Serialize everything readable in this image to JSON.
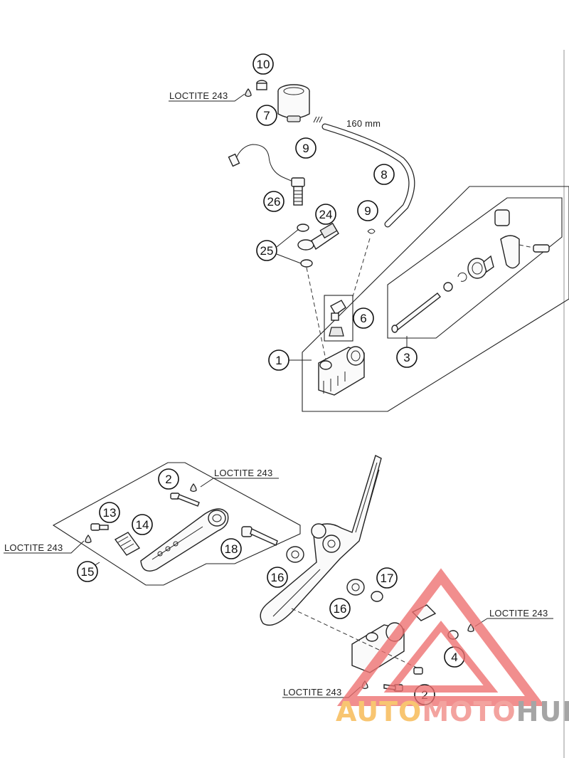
{
  "labels": {
    "loctite": "LOCTITE 243",
    "hose_length": "160 mm"
  },
  "callouts": [
    "10",
    "7",
    "9",
    "8",
    "26",
    "24",
    "9",
    "25",
    "6",
    "1",
    "3",
    "2",
    "13",
    "14",
    "18",
    "15",
    "16",
    "17",
    "16",
    "4",
    "2"
  ],
  "watermark": {
    "auto": "AUTO",
    "moto": "MOTO",
    "hub": "HUB",
    "colors": {
      "auto": "#f7b54a",
      "moto": "#f08a85",
      "hub": "#8d8d8d",
      "triangle": "#ee6f6f"
    }
  }
}
